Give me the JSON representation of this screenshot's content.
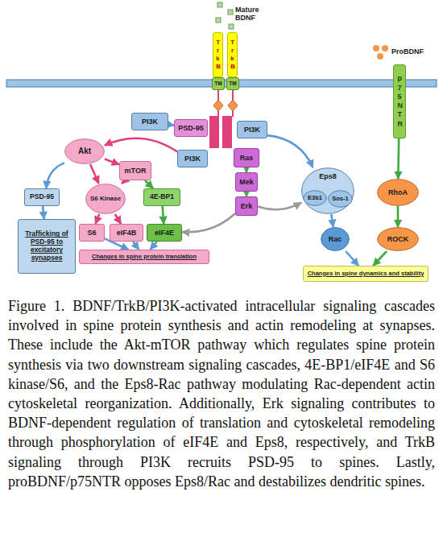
{
  "diagram": {
    "caption": "Figure 1. BDNF/TrkB/PI3K-activated intracellular signaling cascades involved in spine protein synthesis and actin remodeling at synapses. These include the Akt-mTOR pathway which regulates spine protein synthesis via two downstream signaling cascades, 4E-BP1/eIF4E and S6 kinase/S6, and the Eps8-Rac pathway modulating Rac-dependent actin cytoskeletal reorganization. Additionally, Erk signaling contributes to BDNF-dependent regulation of translation and cytoskeletal remodeling through phosphorylation of eIF4E and Eps8, respectively, and TrkB signaling through PI3K recruits PSD-95 to spines. Lastly, proBDNF/p75NTR opposes Eps8/Rac and destabilizes dendritic spines.",
    "nodes": [
      {
        "text": [
          "TrkB"
        ]
      },
      {
        "text": [
          "TrkB"
        ]
      },
      {
        "text": [
          "p75NTR"
        ]
      },
      {
        "text": [
          "TM"
        ]
      },
      {
        "text": [
          "TM"
        ]
      },
      {
        "text": [
          "PI3K"
        ]
      },
      {
        "text": [
          "PSD-95"
        ]
      },
      {
        "text": [
          "PI3K"
        ]
      },
      {
        "text": [
          "PI3K"
        ]
      },
      {
        "text": [
          "Ras"
        ]
      },
      {
        "text": [
          "Akt"
        ]
      },
      {
        "text": [
          "mTOR"
        ]
      },
      {
        "text": [
          "Mek"
        ]
      },
      {
        "text": [
          "Eps8"
        ]
      },
      {
        "text": [
          "E3b1"
        ],
        "in": 13
      },
      {
        "text": [
          "Sos-1"
        ],
        "in": 13
      },
      {
        "text": [
          "RhoA"
        ]
      },
      {
        "text": [
          "S6 Kinase"
        ]
      },
      {
        "text": [
          "4E-BP1"
        ]
      },
      {
        "text": [
          "PSD-95"
        ]
      },
      {
        "text": [
          "Erk"
        ]
      },
      {
        "text": [
          "S6"
        ]
      },
      {
        "text": [
          "eIF4B"
        ]
      },
      {
        "text": [
          "eIF4E"
        ]
      },
      {
        "text": [
          "Rac"
        ]
      },
      {
        "text": [
          "ROCK"
        ]
      },
      {
        "text": [
          "Trafficking of PSD-95 to excitatory synapses"
        ]
      },
      {
        "text": [
          "Changes in spine protein translation"
        ]
      },
      {
        "text": [
          "Changes in spine dynamics and stability"
        ]
      }
    ],
    "edges": [
      {
        "from": 5,
        "to": 6,
        "arrow": "to"
      },
      {
        "from": 8,
        "to": 10,
        "arrow": "to"
      },
      {
        "from": 10,
        "to": 19,
        "arrow": "to"
      },
      {
        "from": 10,
        "to": 11,
        "arrow": "to"
      },
      {
        "from": 10,
        "to": 17,
        "arrow": "to"
      },
      {
        "from": 11,
        "to": 17,
        "arrow": "to"
      },
      {
        "from": 11,
        "to": 18,
        "arrow": "to"
      },
      {
        "from": 18,
        "to": 23,
        "arrow": "to"
      },
      {
        "from": 17,
        "to": 21,
        "arrow": "to"
      },
      {
        "from": 17,
        "to": 22,
        "arrow": "to"
      },
      {
        "from": 19,
        "to": 26,
        "arrow": "to"
      },
      {
        "from": 21,
        "to": 27,
        "arrow": "to"
      },
      {
        "from": 22,
        "to": 27,
        "arrow": "to"
      },
      {
        "from": 23,
        "to": 27,
        "arrow": "to"
      },
      {
        "from": 9,
        "to": 12,
        "arrow": "to"
      },
      {
        "from": 12,
        "to": 20,
        "arrow": "to"
      },
      {
        "from": 20,
        "to": 23,
        "arrow": "to"
      },
      {
        "from": 20,
        "to": 13,
        "arrow": "to"
      },
      {
        "from": 7,
        "to": 13,
        "arrow": "to"
      },
      {
        "from": 13,
        "to": 24,
        "arrow": "to"
      },
      {
        "from": 24,
        "to": 28,
        "arrow": "to"
      },
      {
        "from": 2,
        "to": 16,
        "arrow": "to"
      },
      {
        "from": 16,
        "to": 25,
        "arrow": "to"
      },
      {
        "from": 25,
        "to": 28,
        "arrow": "to"
      }
    ],
    "labels": [
      "Mature BDNF",
      "ProBDNF"
    ]
  }
}
